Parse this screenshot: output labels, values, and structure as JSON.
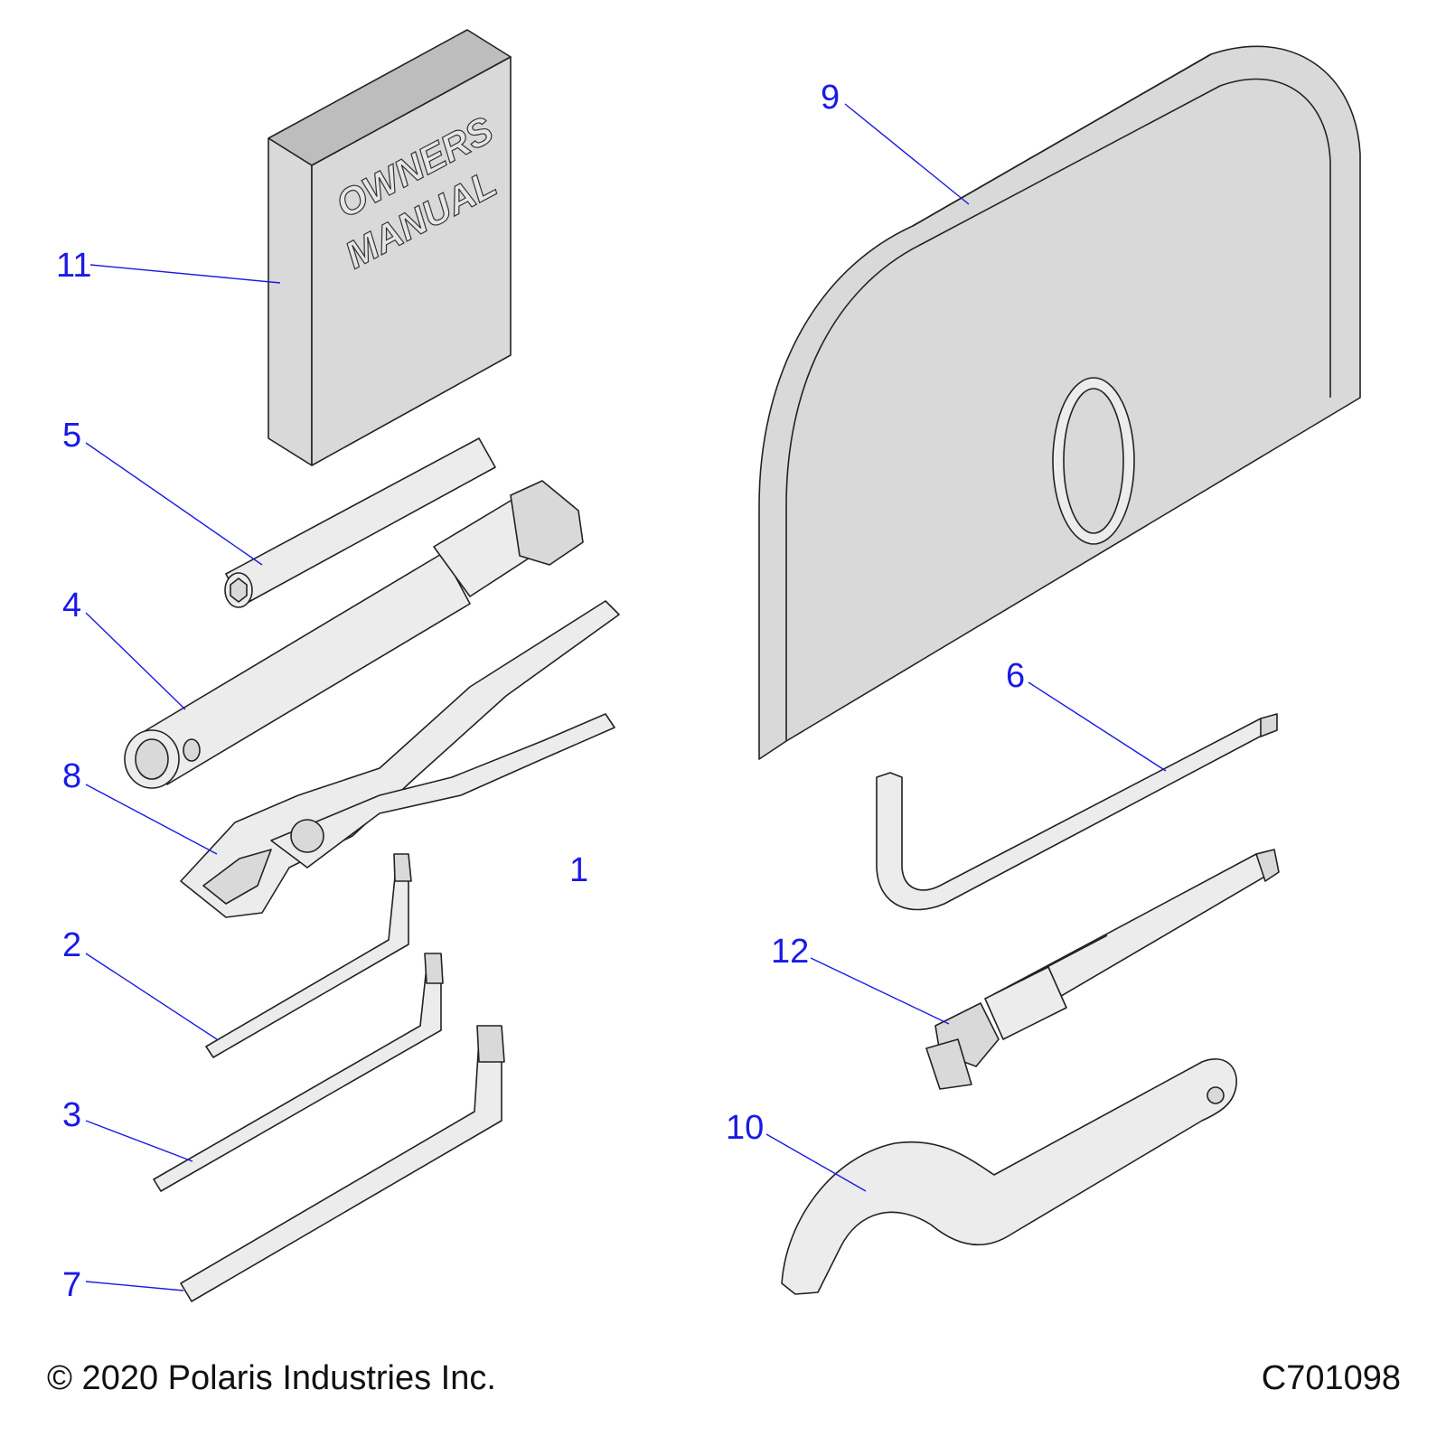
{
  "manual": {
    "line1": "OWNERS",
    "line2": "MANUAL"
  },
  "callouts": {
    "c1": "1",
    "c2": "2",
    "c3": "3",
    "c4": "4",
    "c5": "5",
    "c6": "6",
    "c7": "7",
    "c8": "8",
    "c9": "9",
    "c10": "10",
    "c11": "11",
    "c12": "12"
  },
  "footer": {
    "copyright": "© 2020 Polaris Industries Inc.",
    "drawing_id": "C701098"
  }
}
